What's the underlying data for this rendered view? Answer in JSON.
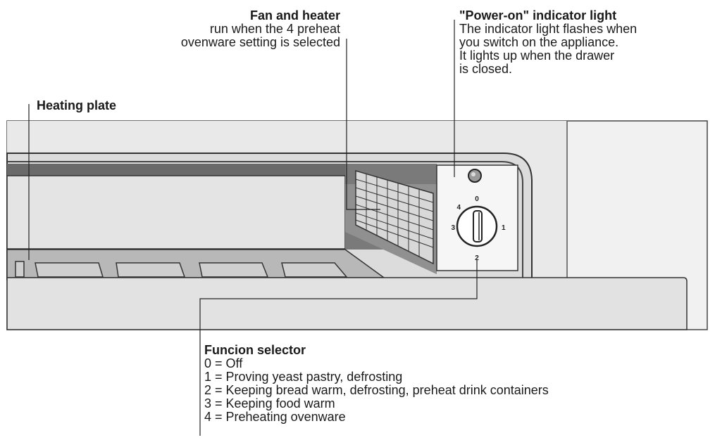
{
  "fan_heater": {
    "title": "Fan and heater",
    "lines": [
      "run when the 4 preheat",
      "ovenware setting is selected"
    ]
  },
  "power_light": {
    "title": "\"Power-on\" indicator light",
    "lines": [
      "The indicator light flashes when",
      "you switch on the appliance.",
      "It lights up when the drawer",
      "is closed."
    ]
  },
  "heating_plate": {
    "title": "Heating plate"
  },
  "function_selector": {
    "title": "Funcion selector",
    "settings": [
      "0 = Off",
      "1 = Proving yeast pastry, defrosting",
      "2 = Keeping bread warm, defrosting, preheat drink containers",
      "3 = Keeping food warm",
      "4 = Preheating ovenware"
    ]
  },
  "dial": {
    "marks": [
      "0",
      "1",
      "2",
      "3",
      "4"
    ]
  }
}
